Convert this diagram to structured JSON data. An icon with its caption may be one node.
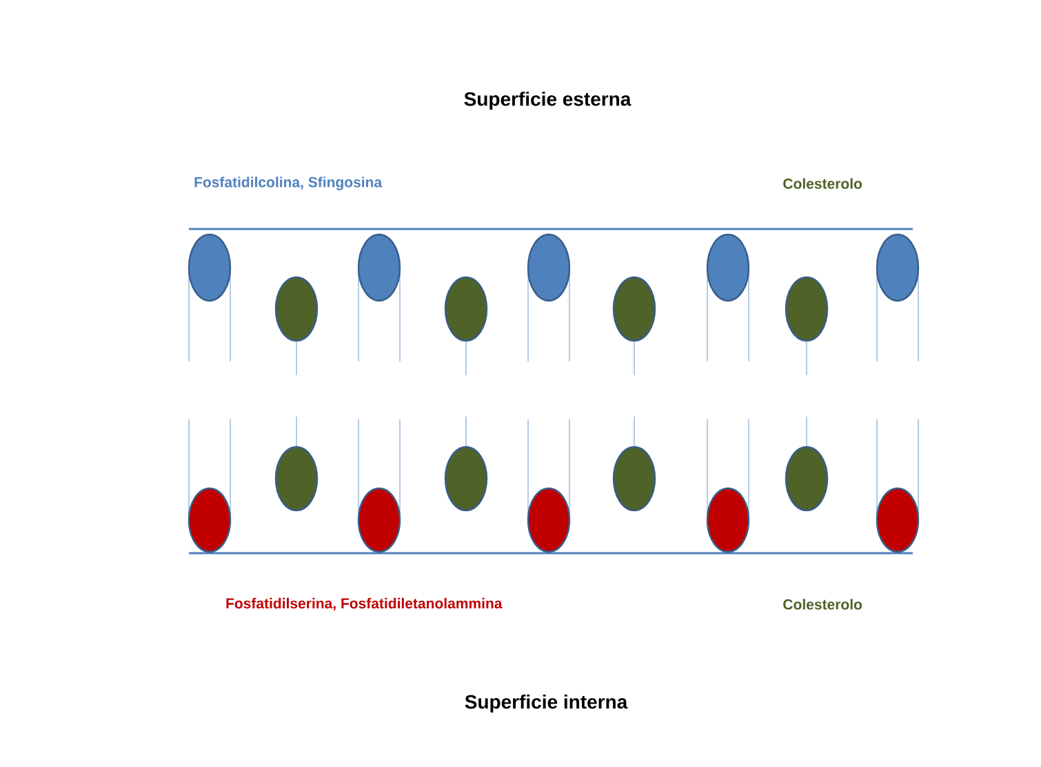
{
  "diagram": {
    "title": "Superficie esterna",
    "labels": [
      "Fosfatidilcolina, Sfingosina",
      "Colesterolo",
      "Fosfatidilserina, Fosfatidiletanolammina",
      "Colesterolo",
      "Superficie interna"
    ]
  }
}
